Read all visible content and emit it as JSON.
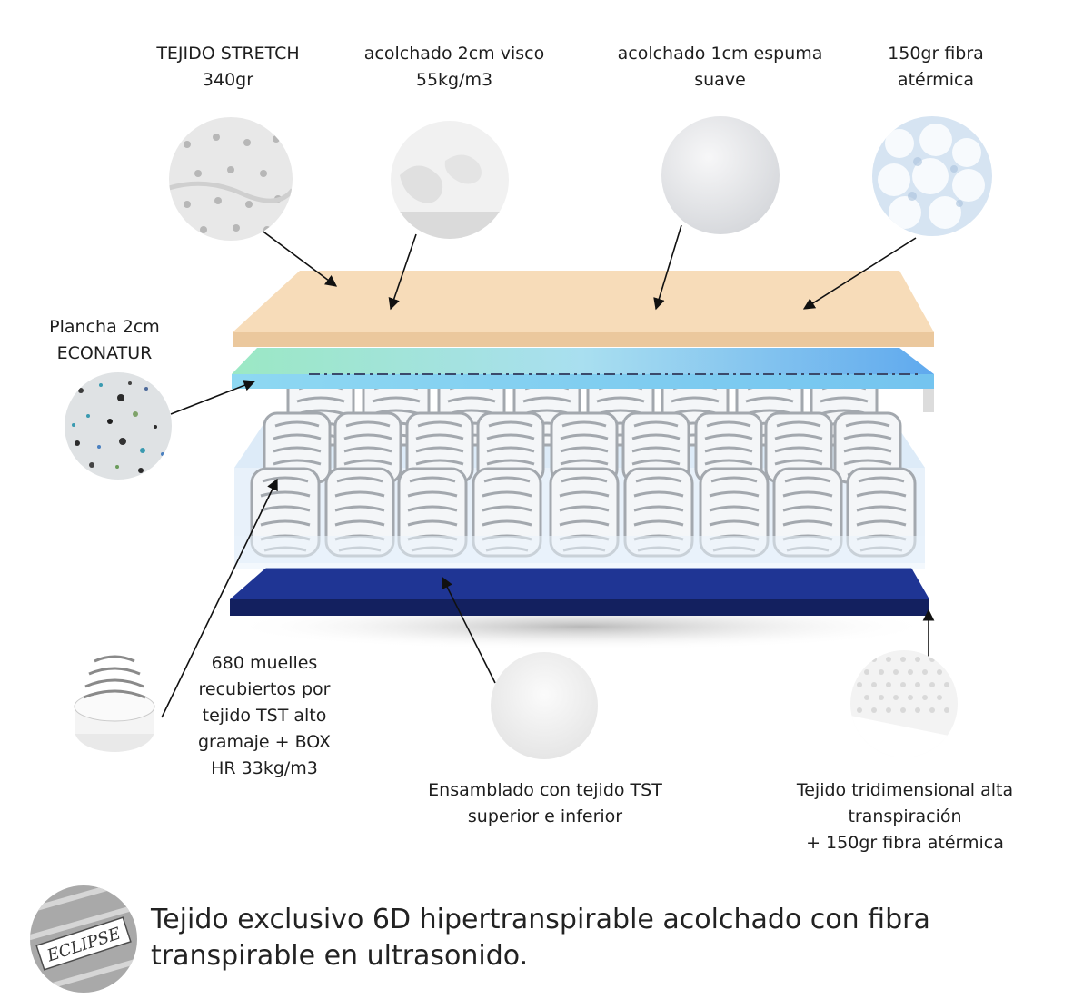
{
  "labels": {
    "tejido_stretch": "TEJIDO STRETCH\n340gr",
    "visco": "acolchado 2cm visco\n55kg/m3",
    "espuma": "acolchado 1cm espuma\nsuave",
    "fibra": "150gr fibra\natérmica",
    "plancha": "Plancha 2cm\nECONATUR",
    "muelles": "680 muelles\nrecubiertos por\ntejido TST alto\ngramaje + BOX\nHR 33kg/m3",
    "ensamblado": "Ensamblado con tejido TST\nsuperior e inferior",
    "tridimensional": "Tejido tridimensional alta\ntranspiración\n+ 150gr fibra atérmica"
  },
  "footer": {
    "text": "Tejido exclusivo 6D hipertranspirable acolchado con fibra transpirable en ultrasonido.",
    "logo_text": "ECLIPSE"
  },
  "colors": {
    "top_layer": "#f6dcbb",
    "foam_layer_start": "#9ee9c2",
    "foam_layer_end": "#8fd0f2",
    "springs_box": "#e6f1fb",
    "spring_stroke": "#a8acb2",
    "bottom_layer": "#1a2a80"
  },
  "icons": {
    "stretch": "quilted-fabric-texture",
    "visco": "memory-foam-texture",
    "espuma": "soft-foam-texture",
    "fibra": "fiber-texture",
    "plancha": "recycled-foam-texture",
    "muelles": "pocket-spring-icon",
    "ensamblado": "tst-fabric-texture",
    "tridimensional": "3d-mesh-fabric-texture",
    "logo": "eclipse-logo"
  }
}
